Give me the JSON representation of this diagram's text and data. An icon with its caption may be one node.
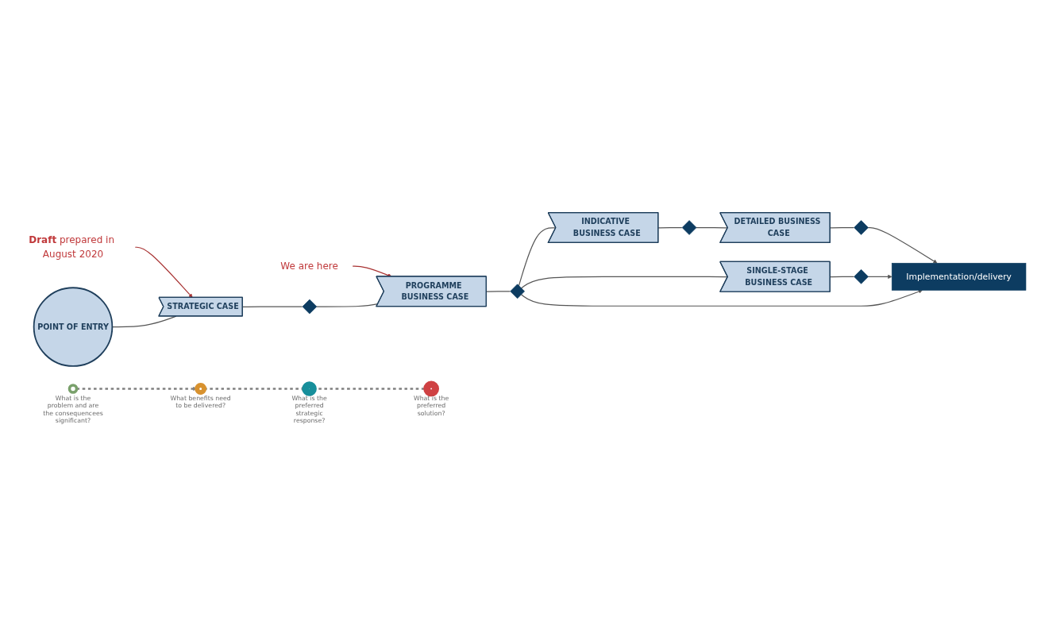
{
  "diagram": {
    "nodes": [
      {
        "text": [
          "**Draft** prepared in August 2020"
        ]
      },
      {
        "text": [
          "We are here"
        ]
      },
      {
        "text": [
          "POINT OF ENTRY"
        ]
      },
      {
        "text": [
          "STRATEGIC CASE"
        ]
      },
      {
        "text": [],
        "shape": "diamond"
      },
      {
        "text": [
          "PROGRAMME BUSINESS CASE"
        ]
      },
      {
        "text": [],
        "shape": "diamond"
      },
      {
        "text": [
          "INDICATIVE BUSINESS CASE"
        ]
      },
      {
        "text": [],
        "shape": "diamond"
      },
      {
        "text": [
          "DETAILED BUSINESS CASE"
        ]
      },
      {
        "text": [],
        "shape": "diamond"
      },
      {
        "text": [
          "SINGLE-STAGE BUSINESS CASE"
        ]
      },
      {
        "text": [],
        "shape": "diamond"
      },
      {
        "text": [
          "Implementation/delivery"
        ]
      },
      {
        "text": [],
        "shape": "circle",
        "beside": [
          "What is the problem and are the consequencees significant?"
        ]
      },
      {
        "text": [],
        "shape": "circle",
        "beside": [
          "What benefits need to be delivered?"
        ]
      },
      {
        "text": [],
        "shape": "circle",
        "beside": [
          "What is the preferred strategic response?"
        ]
      },
      {
        "text": [],
        "shape": "circle",
        "beside": [
          "What is the preferred solution?"
        ]
      }
    ],
    "edges": [
      {
        "from": 0,
        "to": 3,
        "arrow": "to",
        "color": "#a83232"
      },
      {
        "from": 1,
        "to": 5,
        "arrow": "to",
        "color": "#a83232"
      },
      {
        "from": 2,
        "to": 3,
        "arrow": "none"
      },
      {
        "from": 3,
        "to": 4,
        "arrow": "none"
      },
      {
        "from": 4,
        "to": 5,
        "arrow": "none"
      },
      {
        "from": 5,
        "to": 6,
        "arrow": "none"
      },
      {
        "from": 6,
        "to": 7,
        "arrow": "none"
      },
      {
        "from": 7,
        "to": 8,
        "arrow": "none"
      },
      {
        "from": 8,
        "to": 9,
        "arrow": "none"
      },
      {
        "from": 9,
        "to": 10,
        "arrow": "none"
      },
      {
        "from": 10,
        "to": 13,
        "arrow": "to"
      },
      {
        "from": 6,
        "to": 11,
        "arrow": "none"
      },
      {
        "from": 11,
        "to": 12,
        "arrow": "none"
      },
      {
        "from": 12,
        "to": 13,
        "arrow": "to"
      },
      {
        "from": 6,
        "to": 13,
        "arrow": "to"
      },
      {
        "from": 14,
        "to": 15,
        "arrow": "to",
        "style": "dashed",
        "color": "#808080"
      },
      {
        "from": 15,
        "to": 16,
        "arrow": "to",
        "style": "dashed",
        "color": "#808080"
      },
      {
        "from": 16,
        "to": 17,
        "arrow": "to",
        "style": "dashed",
        "color": "#808080"
      }
    ]
  }
}
